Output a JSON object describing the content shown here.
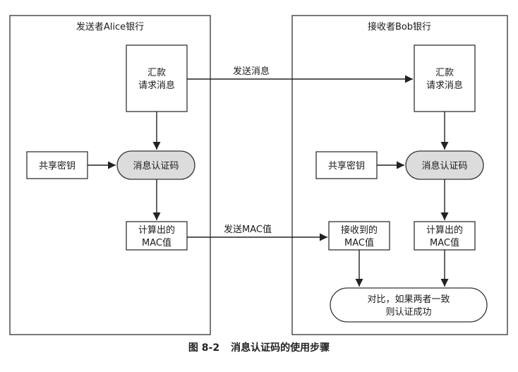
{
  "sender": {
    "title": "发送者Alice银行",
    "request_msg": [
      "汇款",
      "请求消息"
    ],
    "shared_key": "共享密钥",
    "mac_algo": "消息认证码",
    "computed_mac": [
      "计算出的",
      "MAC值"
    ]
  },
  "receiver": {
    "title": "接收者Bob银行",
    "request_msg": [
      "汇款",
      "请求消息"
    ],
    "shared_key": "共享密钥",
    "mac_algo": "消息认证码",
    "received_mac": [
      "接收到的",
      "MAC值"
    ],
    "computed_mac": [
      "计算出的",
      "MAC值"
    ],
    "compare": [
      "对比，如果两者一致",
      "则认证成功"
    ]
  },
  "channel": {
    "send_message": "发送消息",
    "send_mac": "发送MAC值"
  },
  "caption": {
    "figure_no": "图 8-2",
    "text": "消息认证码的使用步骤"
  }
}
